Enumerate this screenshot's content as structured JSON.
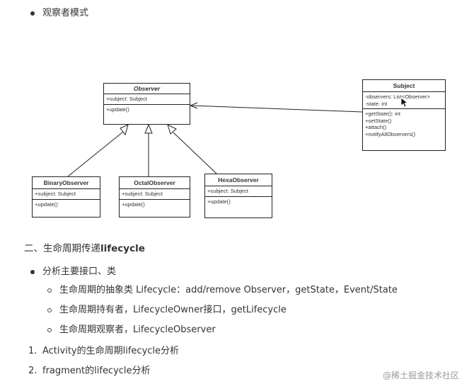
{
  "sections": {
    "observer_heading": "观察者模式",
    "lifecycle_heading": {
      "prefix": "二、生命周期传递",
      "bold": "lifecycle"
    },
    "analyze_heading": "分析主要接口、类",
    "sub_items": [
      "生命周期的抽象类 Lifecycle：add/remove Observer，getState，Event/State",
      "生命周期持有者，LifecycleOwner接口，getLifecycle",
      "生命周期观察者，LifecycleObserver"
    ],
    "ordered_items": [
      {
        "num": "1.",
        "text": "Activity的生命周期lifecycle分析"
      },
      {
        "num": "2.",
        "text": "fragment的lifecycle分析"
      }
    ]
  },
  "uml": {
    "observer": {
      "name": "Observer",
      "attributes": [
        "+subject: Subject"
      ],
      "methods": [
        "+update()"
      ]
    },
    "subject": {
      "name": "Subject",
      "attributes": [
        "-observers: List<Observer>",
        "-state: int"
      ],
      "methods": [
        "+getState(): int",
        "+setState()",
        "+attach()",
        "+notifyAllObservers()"
      ]
    },
    "binary": {
      "name": "BinaryObserver",
      "attributes": [
        "+subject: Subject"
      ],
      "methods": [
        "+update()"
      ]
    },
    "octal": {
      "name": "OctalObserver",
      "attributes": [
        "+subject: Subject"
      ],
      "methods": [
        "+update()"
      ]
    },
    "hexa": {
      "name": "HexaObserver",
      "attributes": [
        "+subject: Subject"
      ],
      "methods": [
        "+update()"
      ]
    }
  },
  "watermark": "@稀土掘金技术社区"
}
